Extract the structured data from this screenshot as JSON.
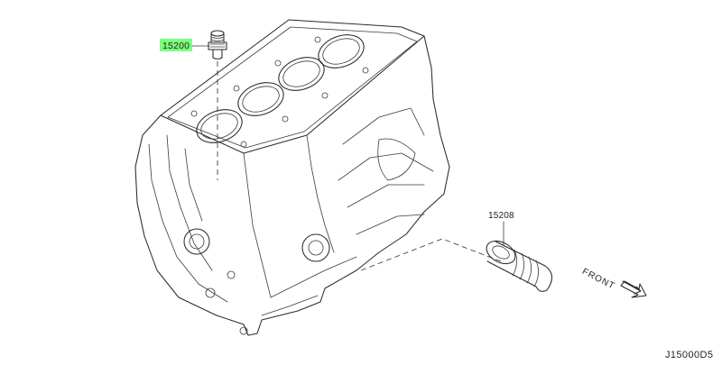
{
  "diagram": {
    "parts": [
      {
        "part_no": "15200",
        "highlight_color": "#7cff7c"
      },
      {
        "part_no": "15208"
      }
    ],
    "direction_label": "FRONT",
    "figure_code": "J15000D5",
    "line_color": "#2a2a2a",
    "background": "#ffffff"
  }
}
